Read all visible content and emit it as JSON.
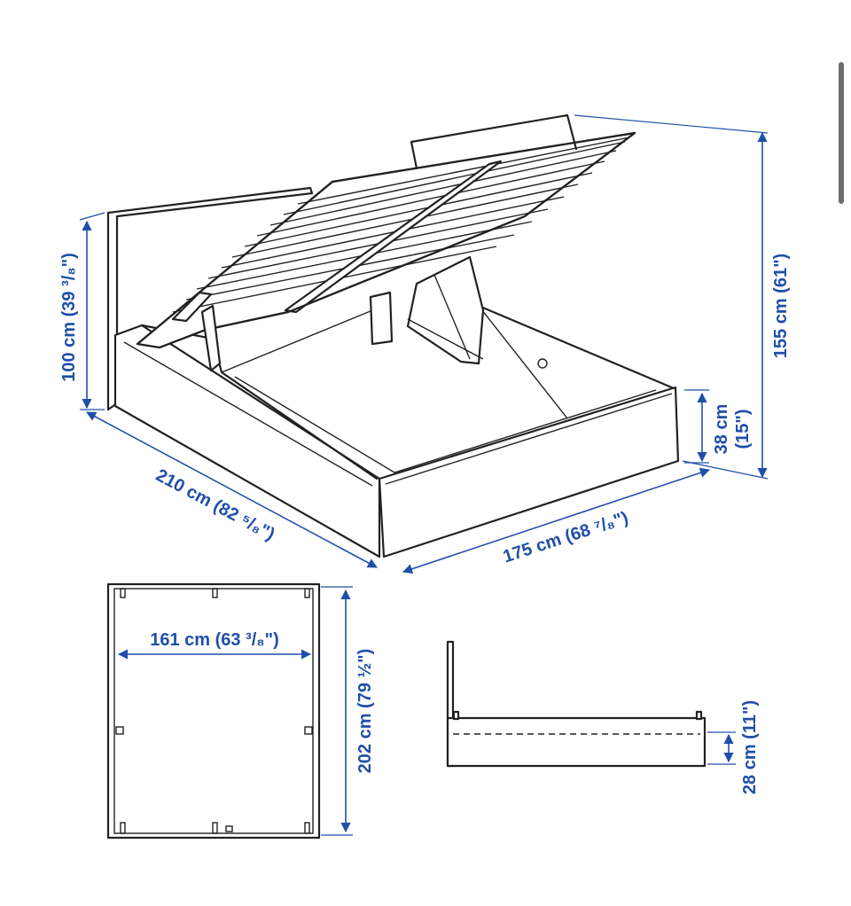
{
  "dimensions": {
    "headboard_height": "100 cm (39 ³/₈\")",
    "total_height": "155 cm (61\")",
    "bed_length": "210 cm (82 ⁵/₈\")",
    "bed_width": "175 cm (68 ⁷/₈\")",
    "frame_height_cm": "38 cm",
    "frame_height_in": "(15\")",
    "mattress_width": "161 cm (63 ³/₈\")",
    "mattress_length": "202 cm (79 ½\")",
    "side_height": "28 cm (11\")"
  },
  "colors": {
    "dimension_text": "#1f4fa8",
    "line_art": "#222222",
    "scrollbar": "#6d6d6d"
  }
}
